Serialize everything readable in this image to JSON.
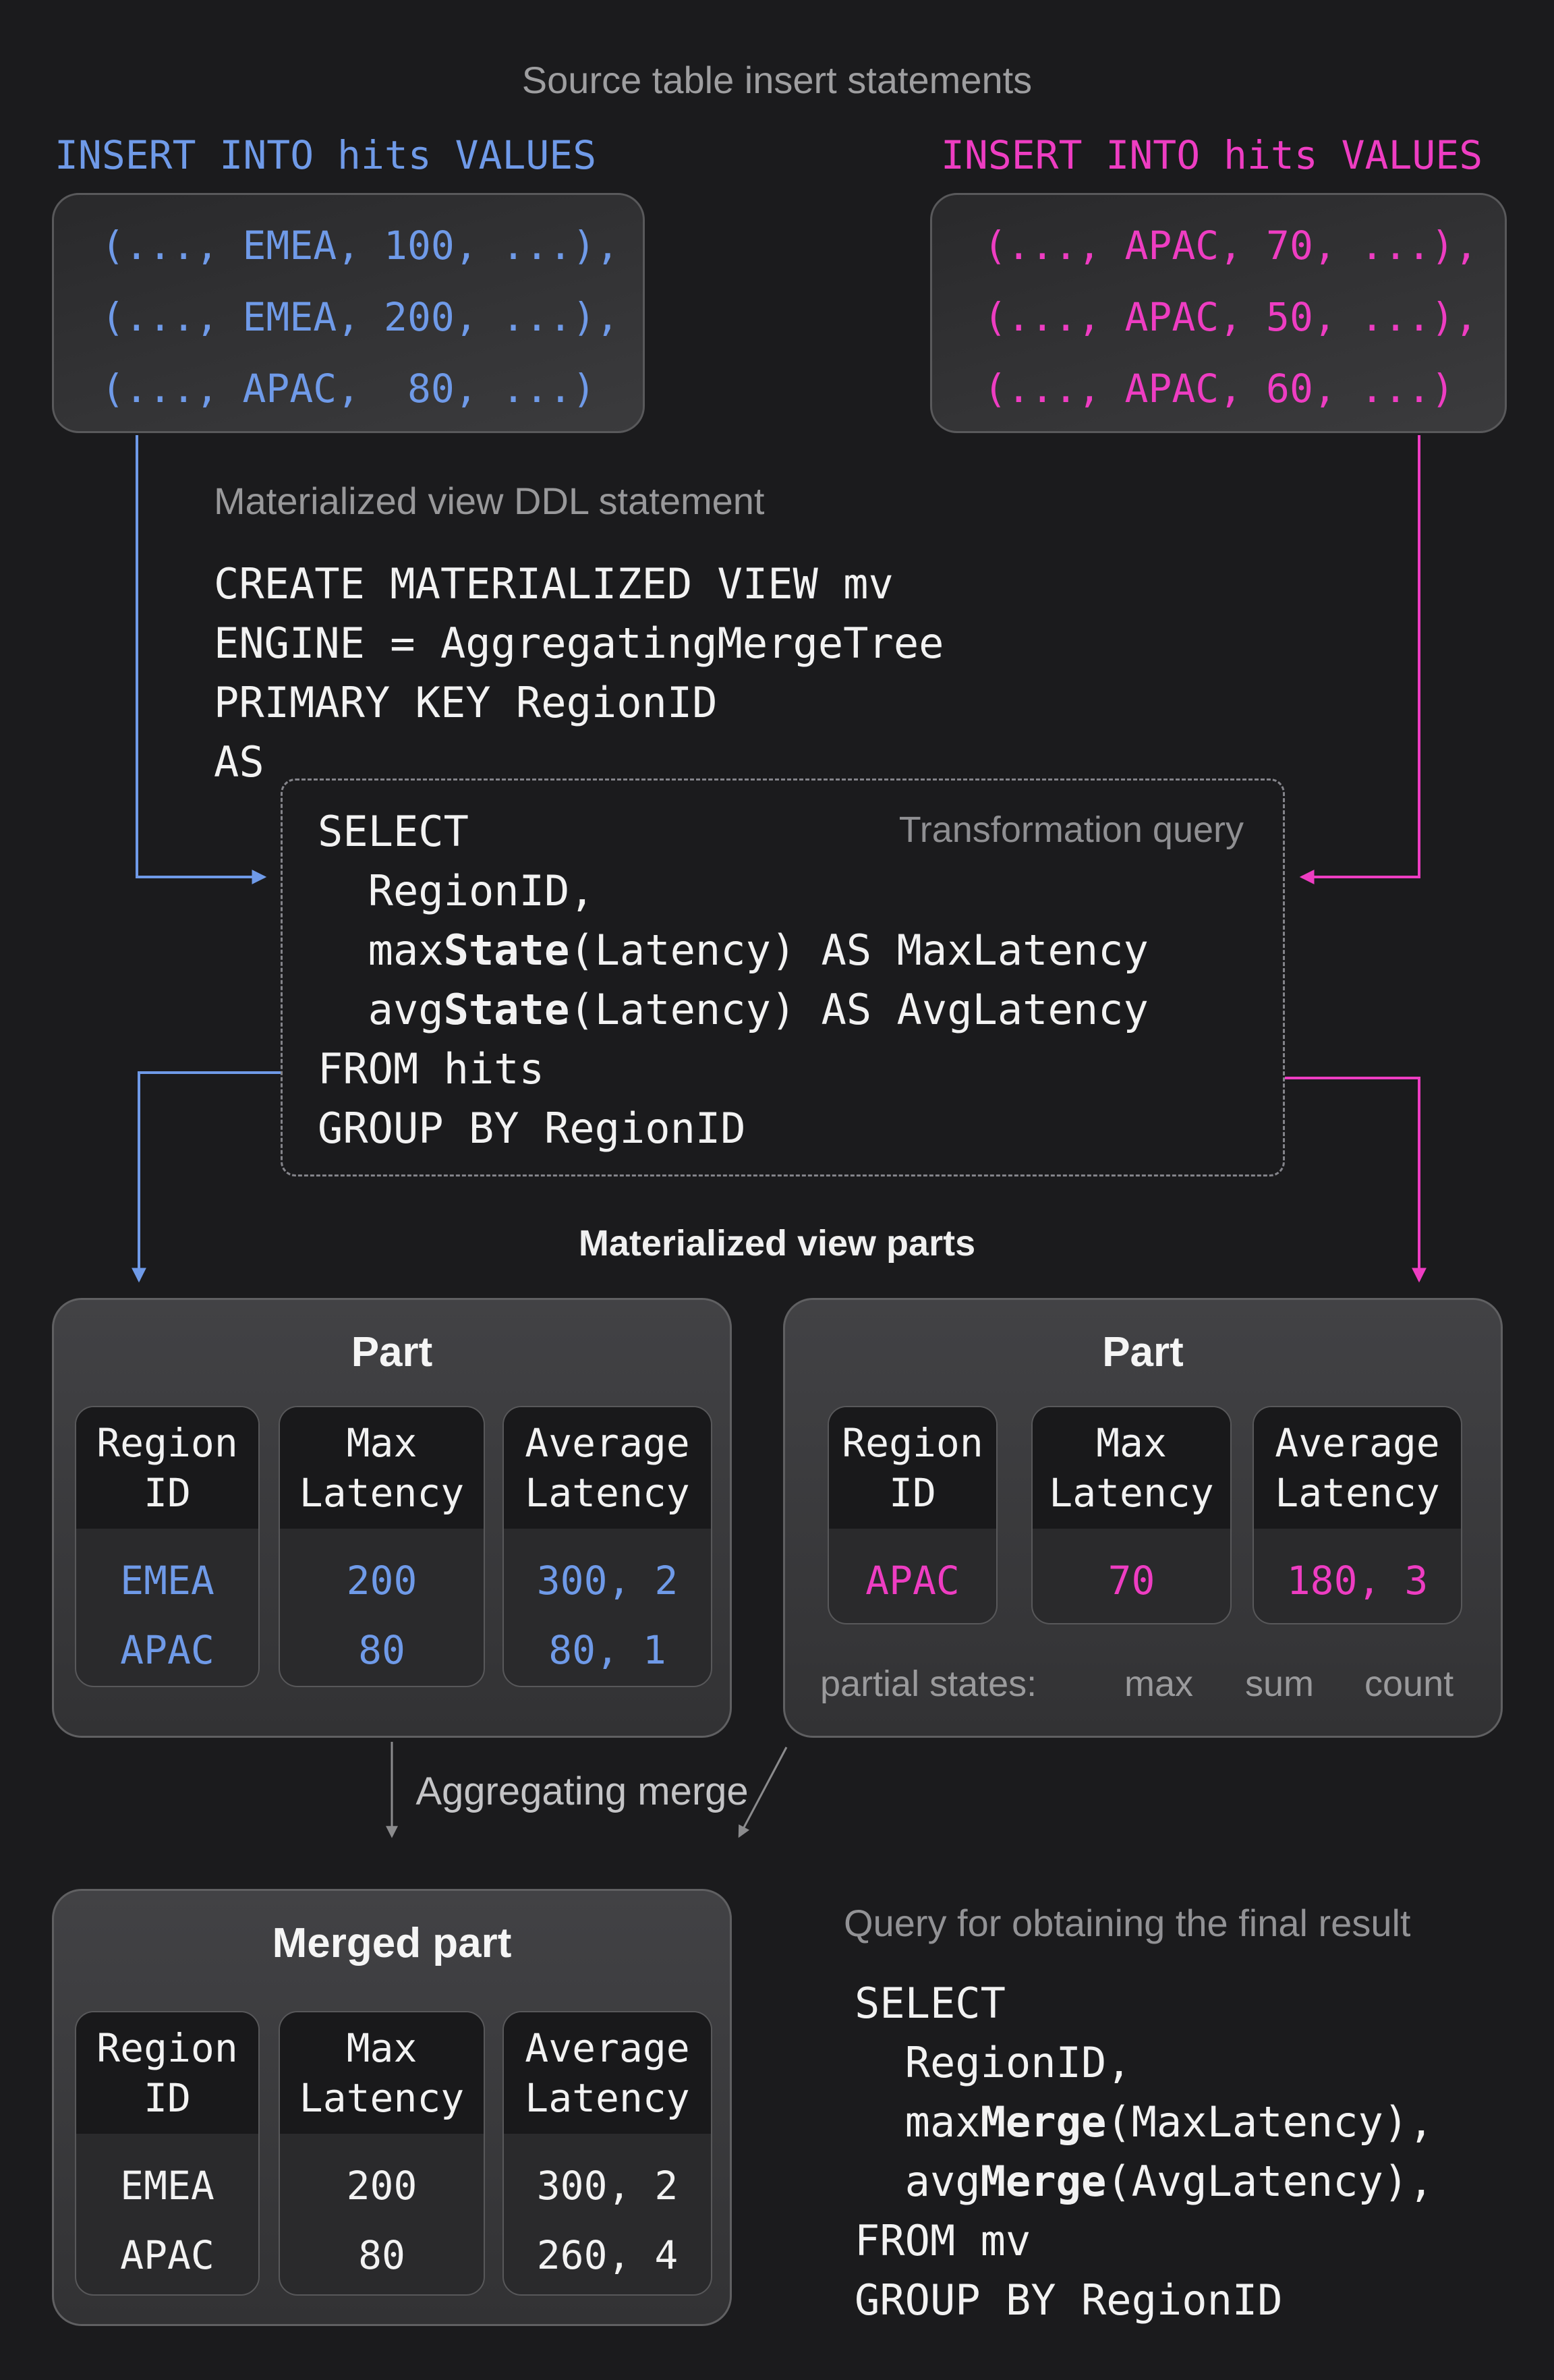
{
  "colors": {
    "blue": "#6f9ae8",
    "pink": "#ee3dc2",
    "gray": "#8b8b8d",
    "background": "#1b1b1d"
  },
  "header": {
    "title": "Source table insert statements"
  },
  "insert_left": {
    "statement": "INSERT INTO hits VALUES",
    "rows": [
      "(..., EMEA, 100, ...),",
      "(..., EMEA, 200, ...),",
      "(..., APAC,  80, ...)"
    ]
  },
  "insert_right": {
    "statement": "INSERT INTO hits VALUES",
    "rows": [
      "(..., APAC, 70, ...),",
      "(..., APAC, 50, ...),",
      "(..., APAC, 60, ...)"
    ]
  },
  "ddl": {
    "label": "Materialized view DDL statement",
    "lines": [
      "CREATE MATERIALIZED VIEW mv",
      "ENGINE = AggregatingMergeTree",
      "PRIMARY KEY RegionID",
      "AS"
    ]
  },
  "transform": {
    "label": "Transformation query",
    "lines": [
      "SELECT",
      "  RegionID,",
      "  max**State**(Latency) AS MaxLatency",
      "  avg**State**(Latency) AS AvgLatency",
      "FROM hits",
      "GROUP BY RegionID"
    ]
  },
  "parts_heading": "Materialized view parts",
  "part_left": {
    "title": "Part",
    "columns": [
      {
        "h1": "Region",
        "h2": "ID",
        "rows": [
          "EMEA",
          "APAC"
        ]
      },
      {
        "h1": "Max",
        "h2": "Latency",
        "rows": [
          "200",
          "80"
        ]
      },
      {
        "h1": "Average",
        "h2": "Latency",
        "rows": [
          "300, 2",
          "80, 1"
        ]
      }
    ]
  },
  "part_right": {
    "title": "Part",
    "columns": [
      {
        "h1": "Region",
        "h2": "ID",
        "rows": [
          "APAC"
        ]
      },
      {
        "h1": "Max",
        "h2": "Latency",
        "rows": [
          "70"
        ]
      },
      {
        "h1": "Average",
        "h2": "Latency",
        "rows": [
          "180, 3"
        ]
      }
    ],
    "partial": {
      "label": "partial states:",
      "max": "max",
      "sum": "sum",
      "count": "count"
    }
  },
  "merge_label": "Aggregating merge",
  "merged": {
    "title": "Merged part",
    "columns": [
      {
        "h1": "Region",
        "h2": "ID",
        "rows": [
          "EMEA",
          "APAC"
        ]
      },
      {
        "h1": "Max",
        "h2": "Latency",
        "rows": [
          "200",
          "80"
        ]
      },
      {
        "h1": "Average",
        "h2": "Latency",
        "rows": [
          "300, 2",
          "260, 4"
        ]
      }
    ]
  },
  "final_query": {
    "label": "Query for obtaining the final result",
    "lines": [
      "SELECT",
      "  RegionID,",
      "  max**Merge**(MaxLatency),",
      "  avg**Merge**(AvgLatency),",
      "FROM mv",
      "GROUP BY RegionID"
    ]
  }
}
